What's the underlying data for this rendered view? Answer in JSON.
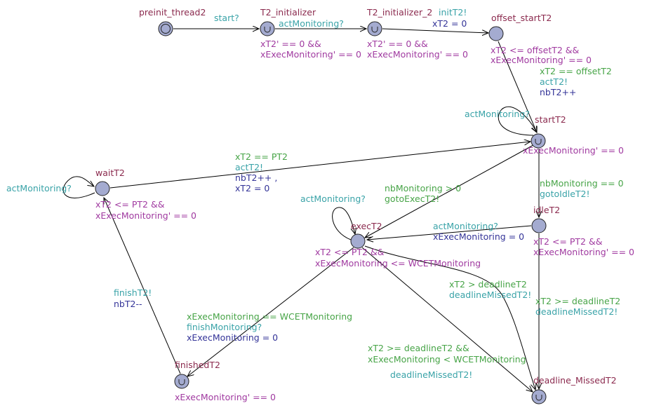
{
  "locations": {
    "preinit": {
      "name": "preinit_thread2"
    },
    "t2init": {
      "name": "T2_initializer",
      "invariant": [
        "xT2' == 0 &&",
        "xExecMonitoring' == 0"
      ]
    },
    "t2init2": {
      "name": "T2_initializer_2",
      "invariant": [
        "xT2' == 0 &&",
        "xExecMonitoring' == 0"
      ]
    },
    "offset": {
      "name": "offset_startT2",
      "invariant": [
        "xT2 <= offsetT2 &&",
        "xExecMonitoring' == 0"
      ]
    },
    "start": {
      "name": "startT2",
      "invariant": [
        "xExecMonitoring' == 0"
      ]
    },
    "wait": {
      "name": "waitT2",
      "invariant": [
        "xT2 <= PT2  &&",
        "xExecMonitoring' == 0"
      ]
    },
    "idle": {
      "name": "idleT2",
      "invariant": [
        "xT2 <= PT2 &&",
        "xExecMonitoring' == 0"
      ]
    },
    "exec": {
      "name": "execT2",
      "invariant": [
        "xT2 <= PT2 &&",
        "xExecMonitoring <= WCETMonitoring"
      ]
    },
    "finished": {
      "name": "finishedT2",
      "invariant": [
        "xExecMonitoring' == 0"
      ]
    },
    "missed": {
      "name": "deadline_MissedT2"
    }
  },
  "edges": {
    "preinit_t2init": {
      "sync": "start?"
    },
    "t2init_t2init2": {
      "sync": "actMonitoring?"
    },
    "t2init2_offset": {
      "sync": "initT2!",
      "update": "xT2 = 0"
    },
    "offset_start": {
      "guard": "xT2 == offsetT2",
      "sync": "actT2!",
      "update": "nbT2++"
    },
    "start_loop": {
      "sync": "actMonitoring?"
    },
    "wait_start": {
      "guard": "xT2 == PT2",
      "sync": "actT2!",
      "update1": "nbT2++ ,",
      "update2": "xT2 = 0"
    },
    "wait_loop": {
      "sync": "actMonitoring?"
    },
    "start_exec": {
      "guard": "nbMonitoring > 0",
      "sync": "gotoExecT2!"
    },
    "start_idle": {
      "guard": "nbMonitoring == 0",
      "sync": "gotoIdleT2!"
    },
    "exec_loop": {
      "sync": "actMonitoring?"
    },
    "idle_exec": {
      "sync": "actMonitoring?",
      "update": "xExecMonitoring = 0"
    },
    "exec_missed_a": {
      "guard": "xT2 > deadlineT2",
      "sync": "deadlineMissedT2!"
    },
    "idle_missed": {
      "guard": "xT2 >= deadlineT2",
      "sync": "deadlineMissedT2!"
    },
    "exec_missed_b": {
      "guard1": "xT2 >= deadlineT2 &&",
      "guard2": "xExecMonitoring < WCETMonitoring",
      "sync": "deadlineMissedT2!"
    },
    "exec_finished": {
      "guard": "xExecMonitoring == WCETMonitoring",
      "sync": "finishMonitoring?",
      "update": "xExecMonitoring = 0"
    },
    "finished_wait": {
      "sync": "finishT2!",
      "update": "nbT2--"
    }
  }
}
